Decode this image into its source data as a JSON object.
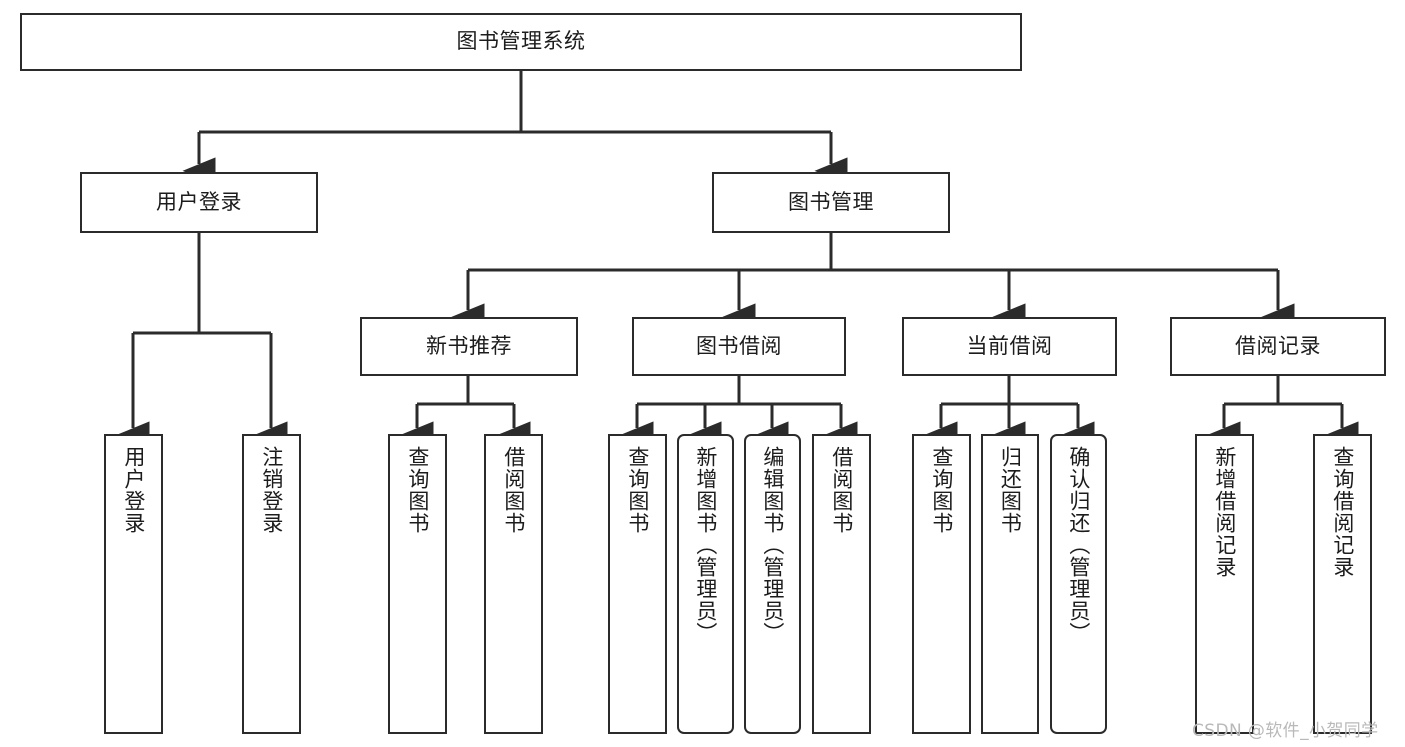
{
  "diagram": {
    "title": "图书管理系统",
    "type": "tree",
    "orientation": "top-down",
    "colors": {
      "node_border": "#2b2b2b",
      "node_fill": "#ffffff",
      "connector": "#2b2b2b",
      "text": "#1c1c1c",
      "watermark": "#b9b9b9",
      "background": "#ffffff"
    }
  },
  "nodes": {
    "root": {
      "label": "图书管理系统"
    },
    "level2": [
      {
        "id": "user-login",
        "label": "用户登录"
      },
      {
        "id": "book-manage",
        "label": "图书管理"
      }
    ],
    "level3": [
      {
        "id": "new-book-recommend",
        "label": "新书推荐"
      },
      {
        "id": "book-borrow",
        "label": "图书借阅"
      },
      {
        "id": "current-borrow",
        "label": "当前借阅"
      },
      {
        "id": "borrow-record",
        "label": "借阅记录"
      }
    ],
    "leaves": {
      "user_login": [
        {
          "id": "leaf-user-login",
          "label": "用户登录",
          "rounded": false
        },
        {
          "id": "leaf-user-logout",
          "label": "注销登录",
          "rounded": false
        }
      ],
      "new_book_recommend": [
        {
          "id": "leaf-query-book-1",
          "label": "查询图书",
          "rounded": false
        },
        {
          "id": "leaf-borrow-book-1",
          "label": "借阅图书",
          "rounded": false
        }
      ],
      "book_borrow": [
        {
          "id": "leaf-query-book-2",
          "label": "查询图书",
          "rounded": false
        },
        {
          "id": "leaf-add-book",
          "label": "新增图书（管理员）",
          "rounded": true
        },
        {
          "id": "leaf-edit-book",
          "label": "编辑图书（管理员）",
          "rounded": true
        },
        {
          "id": "leaf-borrow-book-2",
          "label": "借阅图书",
          "rounded": false
        }
      ],
      "current_borrow": [
        {
          "id": "leaf-query-book-3",
          "label": "查询图书",
          "rounded": false
        },
        {
          "id": "leaf-return-book",
          "label": "归还图书",
          "rounded": false
        },
        {
          "id": "leaf-confirm-return",
          "label": "确认归还（管理员）",
          "rounded": true
        }
      ],
      "borrow_record": [
        {
          "id": "leaf-add-record",
          "label": "新增借阅记录",
          "rounded": false
        },
        {
          "id": "leaf-query-record",
          "label": "查询借阅记录",
          "rounded": false
        }
      ]
    }
  },
  "watermark": {
    "text": "CSDN @软件_小贺同学"
  }
}
